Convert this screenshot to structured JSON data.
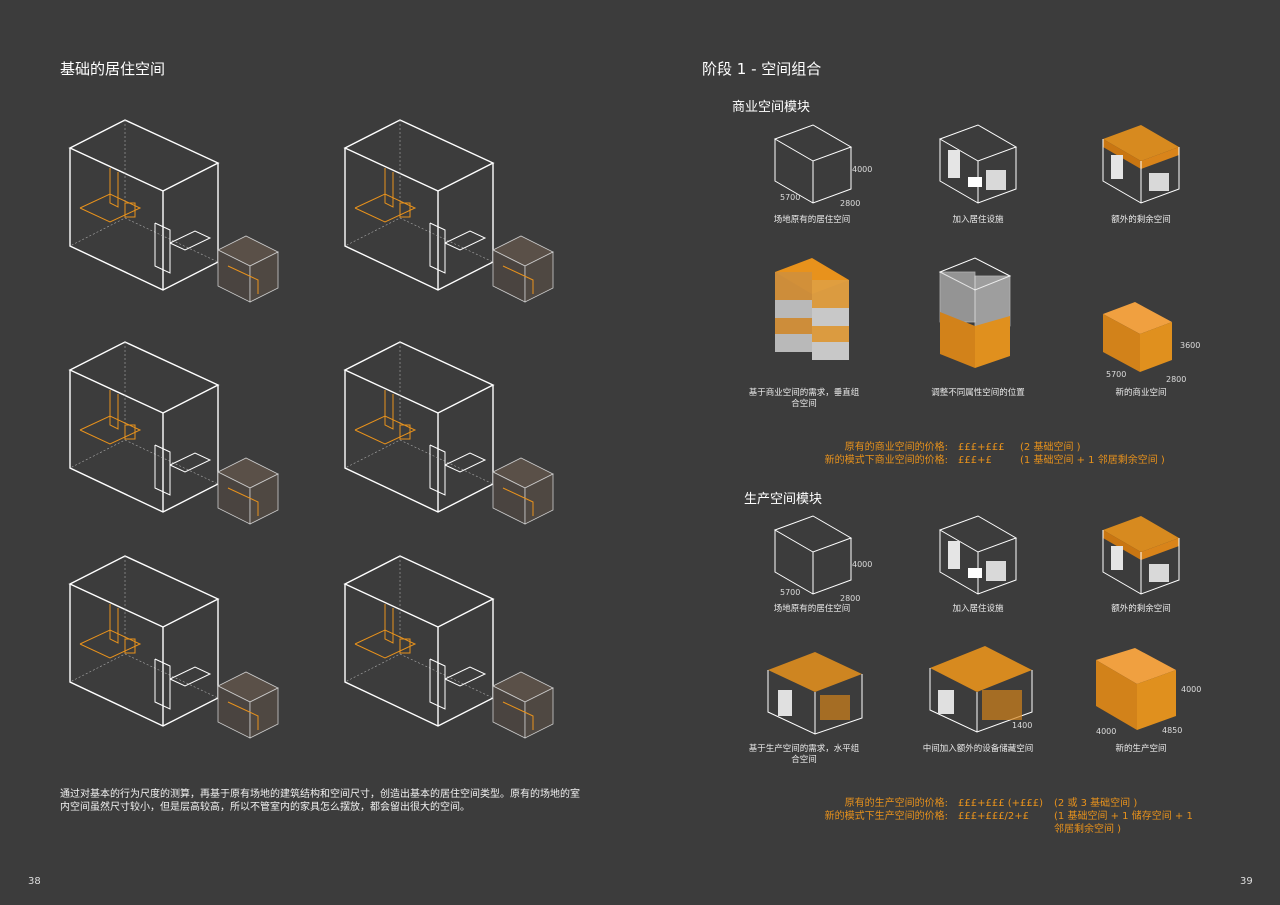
{
  "left_page": {
    "title": "基础的居住空间",
    "description": "通过对基本的行为尺度的测算，再基于原有场地的建筑结构和空间尺寸，创造出基本的居住空间类型。原有的场地的室内空间虽然尺寸较小，但是层高较高，所以不管室内的家具怎么摆放，都会留出很大的空间。",
    "page_number": "38"
  },
  "right_page": {
    "title": "阶段 1 - 空间组合",
    "page_number": "39",
    "commercial": {
      "heading": "商业空间模块",
      "captions": [
        "场地原有的居住空间",
        "加入居住设施",
        "额外的剩余空间",
        "基于商业空间的需求，垂直组合空间",
        "调整不同属性空间的位置",
        "新的商业空间"
      ],
      "dims": {
        "h1": "4000",
        "w1": "5700",
        "d1": "2800",
        "h2": "3600",
        "w2": "5700",
        "d2": "2800"
      },
      "price_labels": [
        "原有的商业空间的价格:",
        "新的模式下商业空间的价格:"
      ],
      "price_values": [
        "£££+£££",
        "£££+£"
      ],
      "price_notes": [
        "(2 基础空间 )",
        "(1 基础空间 + 1 邻居剩余空间 )"
      ]
    },
    "production": {
      "heading": "生产空间模块",
      "captions": [
        "场地原有的居住空间",
        "加入居住设施",
        "额外的剩余空间",
        "基于生产空间的需求，水平组合空间",
        "中间加入额外的设备储藏空间",
        "新的生产空间"
      ],
      "dims": {
        "h1": "4000",
        "w1": "5700",
        "d1": "2800",
        "mid": "1400",
        "h2": "4000",
        "w2": "4000",
        "d2": "4850"
      },
      "price_labels": [
        "原有的生产空间的价格:",
        "新的模式下生产空间的价格:"
      ],
      "price_values": [
        "£££+£££ (+£££)",
        "£££+£££/2+£"
      ],
      "price_notes": [
        "(2 或 3 基础空间 )",
        "(1 基础空间 + 1 储存空间 + 1 邻居剩余空间 )"
      ]
    }
  },
  "colors": {
    "background": "#3c3c3c",
    "accent": "#e8921c",
    "line": "#ffffff"
  }
}
